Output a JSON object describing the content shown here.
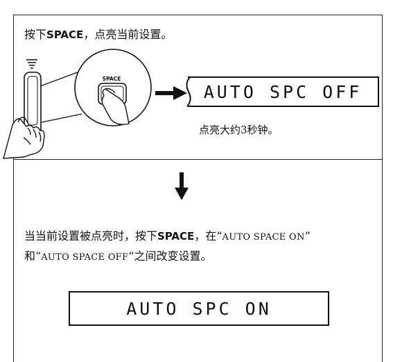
{
  "step1": {
    "instruction_prefix": "按下",
    "key": "SPACE",
    "instruction_suffix": "，点亮当前设置。"
  },
  "remote": {
    "button_label": "SPACE"
  },
  "display1": {
    "text": "AUTO SPC OFF",
    "caption": "点亮大约3秒钟。"
  },
  "step2": {
    "line1_prefix": "当当前设置被点亮时，按下",
    "line1_key": "SPACE",
    "line1_mid": "，在“",
    "line1_opt1": "AUTO SPACE ON",
    "line1_end": "”",
    "line2_start": "和“",
    "line2_opt2": "AUTO SPACE OFF",
    "line2_suffix": "”之间改变设置。"
  },
  "display2": {
    "text": "AUTO SPC ON"
  }
}
